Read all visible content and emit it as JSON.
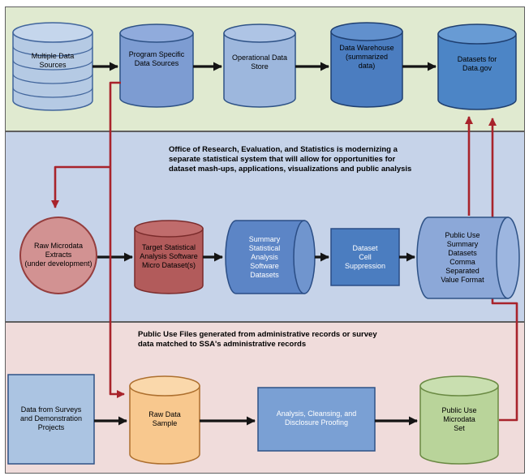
{
  "bands": {
    "top": {
      "background": "#e0ead0"
    },
    "middle": {
      "background": "#c6d3e9",
      "note": "Office of Research, Evaluation, and Statistics is modernizing a\nseparate statistical system that will allow for opportunities for\ndataset mash-ups, applications, visualizations and public analysis"
    },
    "bottom": {
      "background": "#f0dcdb",
      "note": "Public Use Files generated from administrative records or survey\ndata matched to SSA's administrative records"
    }
  },
  "nodes": {
    "multiple_data_sources": {
      "label": "Multiple Data\nSources",
      "shape": "cylinder-stack",
      "fill": "#b5cae4"
    },
    "program_specific_data_sources": {
      "label": "Program Specific\nData Sources",
      "shape": "cylinder",
      "fill": "#7d9cd2"
    },
    "operational_data_store": {
      "label": "Operational Data\nStore",
      "shape": "cylinder",
      "fill": "#9db7dd"
    },
    "data_warehouse": {
      "label": "Data Warehouse\n(summarized\ndata)",
      "shape": "cylinder",
      "fill": "#4b7dc0"
    },
    "datasets_for_data_gov": {
      "label": "Datasets for\nData.gov",
      "shape": "cylinder",
      "fill": "#4c85c6"
    },
    "raw_microdata_extracts": {
      "label": "Raw Microdata\nExtracts\n(under development)",
      "shape": "circle",
      "fill": "#d29292"
    },
    "target_statistical_analysis": {
      "label": "Target Statistical\nAnalysis Software\nMicro Dataset(s)",
      "shape": "cylinder",
      "fill": "#b25b5b"
    },
    "summary_statistical_analysis": {
      "label": "Summary\nStatistical\nAnalysis\nSoftware\nDatasets",
      "shape": "h-cylinder",
      "fill": "#5c85c6"
    },
    "dataset_cell_suppression": {
      "label": "Dataset\nCell\nSuppression",
      "shape": "rect",
      "fill": "#4b7dc0"
    },
    "public_use_summary_datasets": {
      "label": "Public Use\nSummary\nDatasets\nComma\nSeparated\nValue Format",
      "shape": "h-cylinder",
      "fill": "#8ca8d8"
    },
    "data_from_surveys": {
      "label": "Data from Surveys\nand Demonstration\nProjects",
      "shape": "rect",
      "fill": "#abc4e2"
    },
    "raw_data_sample": {
      "label": "Raw Data\nSample",
      "shape": "cylinder",
      "fill": "#f8c88e"
    },
    "analysis_cleansing_disclosure": {
      "label": "Analysis, Cleansing, and\nDisclosure Proofing",
      "shape": "rect",
      "fill": "#7aa0d4"
    },
    "public_use_microdata_set": {
      "label": "Public Use\nMicrodata\nSet",
      "shape": "cylinder",
      "fill": "#b9d49a"
    }
  },
  "flows": [
    {
      "from": "multiple_data_sources",
      "to": "program_specific_data_sources",
      "color": "black"
    },
    {
      "from": "program_specific_data_sources",
      "to": "operational_data_store",
      "color": "black"
    },
    {
      "from": "operational_data_store",
      "to": "data_warehouse",
      "color": "black"
    },
    {
      "from": "data_warehouse",
      "to": "datasets_for_data_gov",
      "color": "black"
    },
    {
      "from": "raw_microdata_extracts",
      "to": "target_statistical_analysis",
      "color": "black"
    },
    {
      "from": "target_statistical_analysis",
      "to": "summary_statistical_analysis",
      "color": "black"
    },
    {
      "from": "summary_statistical_analysis",
      "to": "dataset_cell_suppression",
      "color": "black"
    },
    {
      "from": "dataset_cell_suppression",
      "to": "public_use_summary_datasets",
      "color": "black"
    },
    {
      "from": "data_from_surveys",
      "to": "raw_data_sample",
      "color": "black"
    },
    {
      "from": "raw_data_sample",
      "to": "analysis_cleansing_disclosure",
      "color": "black"
    },
    {
      "from": "analysis_cleansing_disclosure",
      "to": "public_use_microdata_set",
      "color": "black"
    },
    {
      "from": "program_specific_data_sources",
      "to": "raw_microdata_extracts",
      "color": "red"
    },
    {
      "from": "program_specific_data_sources",
      "to": "raw_data_sample",
      "color": "red"
    },
    {
      "from": "public_use_summary_datasets",
      "to": "datasets_for_data_gov",
      "color": "red"
    },
    {
      "from": "public_use_microdata_set",
      "to": "datasets_for_data_gov",
      "color": "red"
    }
  ],
  "colors": {
    "band_top": "#e0ead0",
    "band_middle": "#c6d3e9",
    "band_bottom": "#f0dcdb",
    "arrow_black": "#141414",
    "arrow_red": "#a8232b"
  }
}
